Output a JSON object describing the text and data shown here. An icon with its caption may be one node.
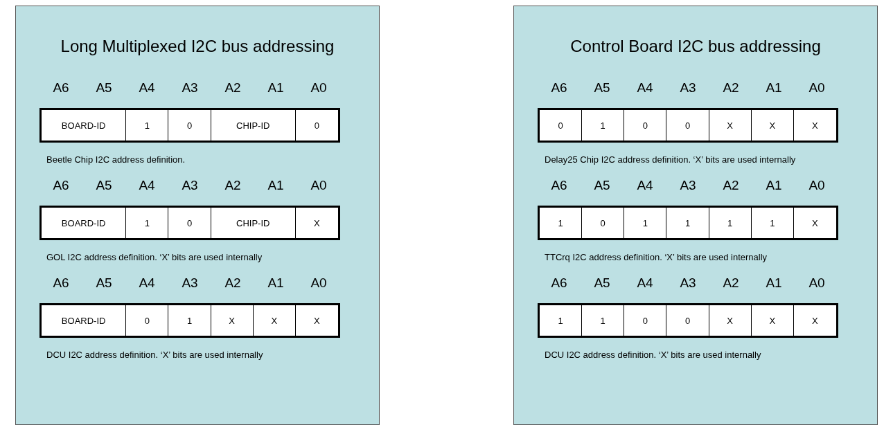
{
  "diagram": {
    "nodes": [
      {
        "text": [
          "Long Multiplexed I2C bus addressing"
        ]
      },
      {
        "text": [],
        "shape": "box",
        "in": 0,
        "beside": [
          "Beetle Chip I2C address definition."
        ]
      },
      {
        "text": [
          "BOARD-ID"
        ],
        "in": 1
      },
      {
        "text": [
          "1"
        ],
        "in": 1
      },
      {
        "text": [
          "0"
        ],
        "in": 1
      },
      {
        "text": [
          "CHIP-ID"
        ],
        "in": 1
      },
      {
        "text": [
          "0"
        ],
        "in": 1
      },
      {
        "text": [],
        "shape": "box",
        "in": 0,
        "beside": [
          "GOL I2C address definition. ‘X’ bits are used internally"
        ]
      },
      {
        "text": [
          "BOARD-ID"
        ],
        "in": 7
      },
      {
        "text": [
          "1"
        ],
        "in": 7
      },
      {
        "text": [
          "0"
        ],
        "in": 7
      },
      {
        "text": [
          "CHIP-ID"
        ],
        "in": 7
      },
      {
        "text": [
          "X"
        ],
        "in": 7
      },
      {
        "text": [],
        "shape": "box",
        "in": 0,
        "beside": [
          "DCU I2C address definition. ‘X’ bits are used internally"
        ]
      },
      {
        "text": [
          "BOARD-ID"
        ],
        "in": 13
      },
      {
        "text": [
          "0"
        ],
        "in": 13
      },
      {
        "text": [
          "1"
        ],
        "in": 13
      },
      {
        "text": [
          "X"
        ],
        "in": 13
      },
      {
        "text": [
          "X"
        ],
        "in": 13
      },
      {
        "text": [
          "X"
        ],
        "in": 13
      },
      {
        "text": [
          "Control Board I2C bus addressing"
        ]
      },
      {
        "text": [],
        "shape": "box",
        "in": 20,
        "beside": [
          "Delay25 Chip I2C address definition. ‘X’ bits are used internally"
        ]
      },
      {
        "text": [
          "0"
        ],
        "in": 21
      },
      {
        "text": [
          "1"
        ],
        "in": 21
      },
      {
        "text": [
          "0"
        ],
        "in": 21
      },
      {
        "text": [
          "0"
        ],
        "in": 21
      },
      {
        "text": [
          "X"
        ],
        "in": 21
      },
      {
        "text": [
          "X"
        ],
        "in": 21
      },
      {
        "text": [
          "X"
        ],
        "in": 21
      },
      {
        "text": [],
        "shape": "box",
        "in": 20,
        "beside": [
          "TTCrq I2C address definition. ‘X’ bits are used internally"
        ]
      },
      {
        "text": [
          "1"
        ],
        "in": 29
      },
      {
        "text": [
          "0"
        ],
        "in": 29
      },
      {
        "text": [
          "1"
        ],
        "in": 29
      },
      {
        "text": [
          "1"
        ],
        "in": 29
      },
      {
        "text": [
          "1"
        ],
        "in": 29
      },
      {
        "text": [
          "1"
        ],
        "in": 29
      },
      {
        "text": [
          "X"
        ],
        "in": 29
      },
      {
        "text": [],
        "shape": "box",
        "in": 20,
        "beside": [
          "DCU I2C address definition. ‘X’ bits are used internally"
        ]
      },
      {
        "text": [
          "1"
        ],
        "in": 37
      },
      {
        "text": [
          "1"
        ],
        "in": 37
      },
      {
        "text": [
          "0"
        ],
        "in": 37
      },
      {
        "text": [
          "0"
        ],
        "in": 37
      },
      {
        "text": [
          "X"
        ],
        "in": 37
      },
      {
        "text": [
          "X"
        ],
        "in": 37
      },
      {
        "text": [
          "X"
        ],
        "in": 37
      }
    ],
    "labels": [
      "A6",
      "A5",
      "A4",
      "A3",
      "A2",
      "A1",
      "A0",
      "A6",
      "A5",
      "A4",
      "A3",
      "A2",
      "A1",
      "A0",
      "A6",
      "A5",
      "A4",
      "A3",
      "A2",
      "A1",
      "A0",
      "A6",
      "A5",
      "A4",
      "A3",
      "A2",
      "A1",
      "A0",
      "A6",
      "A5",
      "A4",
      "A3",
      "A2",
      "A1",
      "A0",
      "A6",
      "A5",
      "A4",
      "A3",
      "A2",
      "A1",
      "A0"
    ]
  }
}
